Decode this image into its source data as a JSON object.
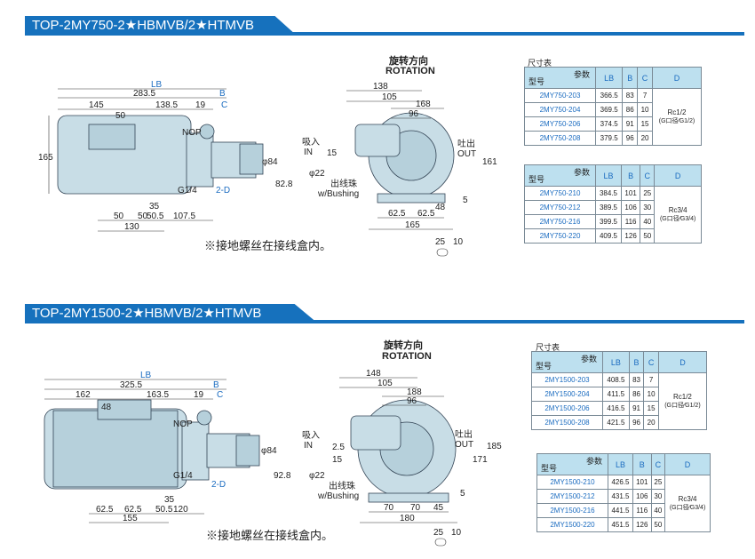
{
  "s1": {
    "title": "TOP-2MY750-2★HBMVB/2★HTMVB",
    "note": "※接地螺丝在接线盒内。",
    "rot_cn": "旋转方向",
    "rot_en": "ROTATION",
    "in_cn": "吸入",
    "in_en": "IN",
    "out_cn": "吐出",
    "out_en": "OUT",
    "bush_dim": "φ22",
    "bush_cn": "出线珠",
    "bush_en": "w/Bushing",
    "nop": "NOP",
    "g14": "G1/4",
    "port": "2-D",
    "lb": "LB",
    "b": "B",
    "c": "C",
    "d_2835": "283.5",
    "d_145": "145",
    "d_1385": "138.5",
    "d_50a": "50",
    "d_19": "19",
    "d_165v": "165",
    "d_84": "φ84",
    "d_828": "82.8",
    "d_50b": "50",
    "d_50c": "50",
    "d_35": "35",
    "d_505": "50.5",
    "d_1075": "107.5",
    "d_130": "130",
    "s_138": "138",
    "s_105": "105",
    "s_168": "168",
    "s_96": "96",
    "s_15": "15",
    "s_161": "161",
    "s_5": "5",
    "s_48": "48",
    "s_625a": "62.5",
    "s_625b": "62.5",
    "s_165": "165",
    "s_25": "25",
    "s_10": "10",
    "tables": [
      {
        "caption": "尺寸表",
        "h_param": "参数",
        "h_model": "型号",
        "h_lb": "LB",
        "h_b": "B",
        "h_c": "C",
        "h_d": "D",
        "rows": [
          [
            "2MY750-203",
            "366.5",
            "83",
            "7"
          ],
          [
            "2MY750-204",
            "369.5",
            "86",
            "10"
          ],
          [
            "2MY750-206",
            "374.5",
            "91",
            "15"
          ],
          [
            "2MY750-208",
            "379.5",
            "96",
            "20"
          ]
        ],
        "d_main": "Rc1/2",
        "d_sub": "(G口径⁄G1/2)"
      },
      {
        "caption": "",
        "h_param": "参数",
        "h_model": "型号",
        "h_lb": "LB",
        "h_b": "B",
        "h_c": "C",
        "h_d": "D",
        "rows": [
          [
            "2MY750-210",
            "384.5",
            "101",
            "25"
          ],
          [
            "2MY750-212",
            "389.5",
            "106",
            "30"
          ],
          [
            "2MY750-216",
            "399.5",
            "116",
            "40"
          ],
          [
            "2MY750-220",
            "409.5",
            "126",
            "50"
          ]
        ],
        "d_main": "Rc3/4",
        "d_sub": "(G口径⁄G3/4)"
      }
    ]
  },
  "s2": {
    "title": "TOP-2MY1500-2★HBMVB/2★HTMVB",
    "note": "※接地螺丝在接线盒内。",
    "rot_cn": "旋转方向",
    "rot_en": "ROTATION",
    "in_cn": "吸入",
    "in_en": "IN",
    "out_cn": "吐出",
    "out_en": "OUT",
    "bush_dim": "φ22",
    "bush_cn": "出线珠",
    "bush_en": "w/Bushing",
    "nop": "NOP",
    "g14": "G1/4",
    "port": "2-D",
    "lb": "LB",
    "b": "B",
    "c": "C",
    "d_3255": "325.5",
    "d_162": "162",
    "d_1635": "163.5",
    "d_48": "48",
    "d_19": "19",
    "d_84": "φ84",
    "d_928": "92.8",
    "d_625a": "62.5",
    "d_625b": "62.5",
    "d_35": "35",
    "d_505": "50.5",
    "d_120": "120",
    "d_155": "155",
    "s_148": "148",
    "s_105": "105",
    "s_188": "188",
    "s_96": "96",
    "s_25": "2.5",
    "s_15": "15",
    "s_171": "171",
    "s_185": "185",
    "s_45": "45",
    "s_70a": "70",
    "s_70b": "70",
    "s_180": "180",
    "s_5": "5",
    "s_25b": "25",
    "s_10": "10",
    "tables": [
      {
        "caption": "尺寸表",
        "h_param": "参数",
        "h_model": "型号",
        "h_lb": "LB",
        "h_b": "B",
        "h_c": "C",
        "h_d": "D",
        "rows": [
          [
            "2MY1500-203",
            "408.5",
            "83",
            "7"
          ],
          [
            "2MY1500-204",
            "411.5",
            "86",
            "10"
          ],
          [
            "2MY1500-206",
            "416.5",
            "91",
            "15"
          ],
          [
            "2MY1500-208",
            "421.5",
            "96",
            "20"
          ]
        ],
        "d_main": "Rc1/2",
        "d_sub": "(G口径⁄G1/2)"
      },
      {
        "caption": "",
        "h_param": "参数",
        "h_model": "型号",
        "h_lb": "LB",
        "h_b": "B",
        "h_c": "C",
        "h_d": "D",
        "rows": [
          [
            "2MY1500-210",
            "426.5",
            "101",
            "25"
          ],
          [
            "2MY1500-212",
            "431.5",
            "106",
            "30"
          ],
          [
            "2MY1500-216",
            "441.5",
            "116",
            "40"
          ],
          [
            "2MY1500-220",
            "451.5",
            "126",
            "50"
          ]
        ],
        "d_main": "Rc3/4",
        "d_sub": "(G口径⁄G3/4)"
      }
    ]
  }
}
